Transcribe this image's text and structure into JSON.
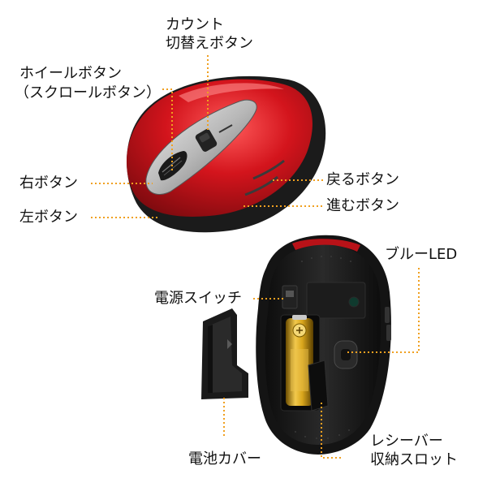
{
  "labels": {
    "count_switch": [
      "カウント",
      "切替えボタン"
    ],
    "wheel": [
      "ホイールボタン",
      "（スクロールボタン）"
    ],
    "right_button": "右ボタン",
    "left_button": "左ボタン",
    "back_button": "戻るボタン",
    "forward_button": "進むボタン",
    "blue_led": "ブルーLED",
    "power_switch": "電源スイッチ",
    "battery_cover": "電池カバー",
    "receiver_slot": [
      "レシーバー",
      "収納スロット"
    ]
  },
  "colors": {
    "leader": "#f0a020",
    "mouse_red": "#c8141c",
    "mouse_dark": "#1f1f1f"
  }
}
